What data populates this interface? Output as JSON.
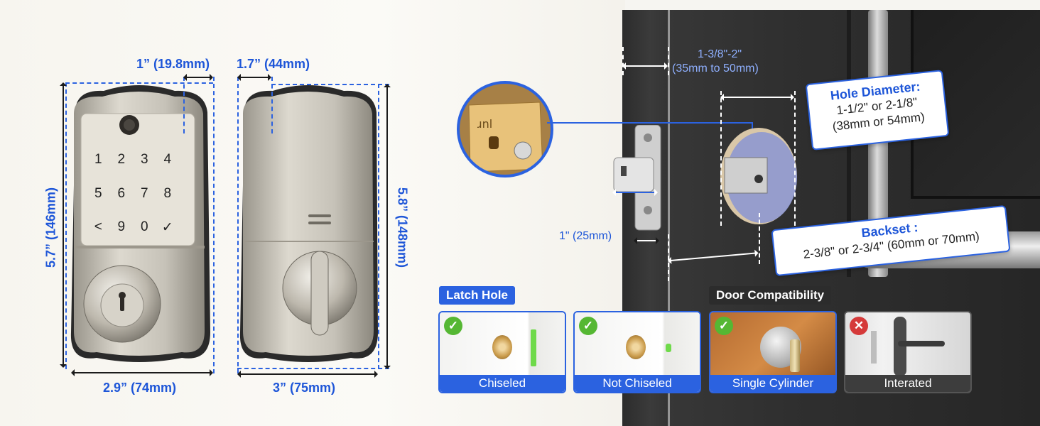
{
  "front_lock": {
    "width_label": "2.9” (74mm)",
    "height_label": "5.7” (146mm)",
    "depth_label": "1” (19.8mm)",
    "keypad_keys": [
      "1",
      "2",
      "3",
      "4",
      "5",
      "6",
      "7",
      "8",
      "<",
      "9",
      "0",
      "✓"
    ]
  },
  "back_lock": {
    "width_label": "3” (75mm)",
    "height_label": "5.8” (148mm)",
    "depth_label": "1.7” (44mm)"
  },
  "door_diagram": {
    "thickness_label_line1": "1-3/8\"-2\"",
    "thickness_label_line2": "(35mm to 50mm)",
    "latch_width_label": "1\" (25mm)",
    "latch_brand_text": "ɹnl",
    "hole_diameter": {
      "title": "Hole Diameter:",
      "line1": "1-1/2\" or 2-1/8\"",
      "line2": "(38mm or 54mm)"
    },
    "backset": {
      "title": "Backset :",
      "line1": "2-3/8\" or 2-3/4\" (60mm or 70mm)"
    }
  },
  "latch_hole": {
    "heading": "Latch Hole",
    "options": [
      {
        "label": "Chiseled",
        "status": "compatible"
      },
      {
        "label": "Not Chiseled",
        "status": "compatible"
      }
    ]
  },
  "door_compatibility": {
    "heading": "Door Compatibility",
    "options": [
      {
        "label": "Single Cylinder",
        "status": "compatible"
      },
      {
        "label": "Interated",
        "status": "not-compatible"
      }
    ]
  },
  "colors": {
    "accent_blue": "#2b62e0",
    "ok_green": "#55b733",
    "no_red": "#d53a3a",
    "door_dark": "#2f2f2f"
  }
}
